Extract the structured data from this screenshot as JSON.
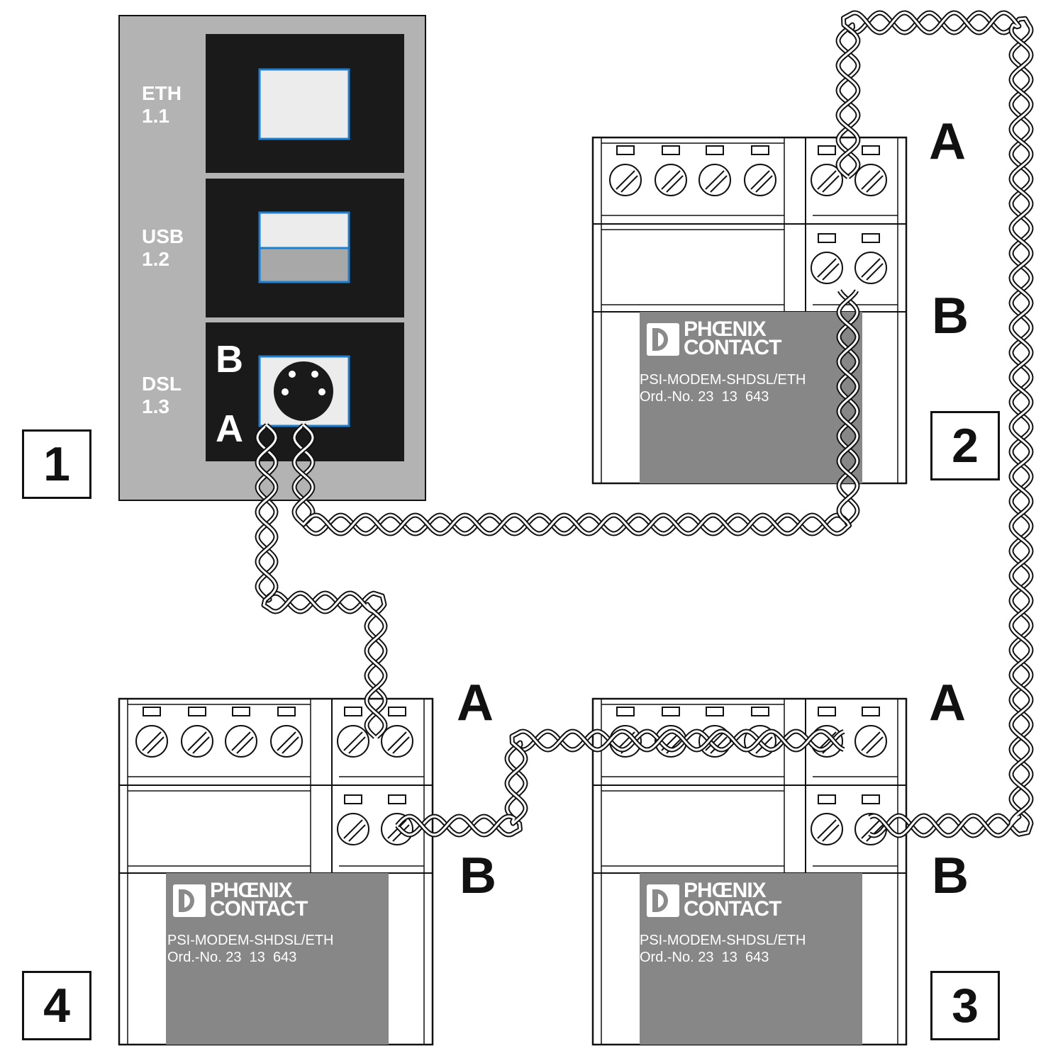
{
  "router": {
    "ports": [
      {
        "label": "ETH\n1.1"
      },
      {
        "label": "USB\n1.2"
      },
      {
        "label": "DSL\n1.3"
      }
    ],
    "dsl_b": "B",
    "dsl_a": "A"
  },
  "devices": [
    {
      "number": "1"
    },
    {
      "number": "2",
      "brand1": "PHŒNIX",
      "brand2": "CONTACT",
      "model": "PSI-MODEM-SHDSL/ETH",
      "order": "Ord.-No. 23  13  643",
      "a": "A",
      "b": "B"
    },
    {
      "number": "3",
      "brand1": "PHŒNIX",
      "brand2": "CONTACT",
      "model": "PSI-MODEM-SHDSL/ETH",
      "order": "Ord.-No. 23  13  643",
      "a": "A",
      "b": "B"
    },
    {
      "number": "4",
      "brand1": "PHŒNIX",
      "brand2": "CONTACT",
      "model": "PSI-MODEM-SHDSL/ETH",
      "order": "Ord.-No. 23  13  643",
      "a": "A",
      "b": "B"
    }
  ],
  "colors": {
    "router_bg": "#b3b3b3",
    "port_bg": "#1a1a1a",
    "port_frame": "#1e7fd0",
    "label_panel": "#878787"
  },
  "icons": [
    "phoenix-contact-logo-icon",
    "terminal-screw-icon",
    "twisted-pair-cable-icon",
    "dsl-socket-icon"
  ]
}
